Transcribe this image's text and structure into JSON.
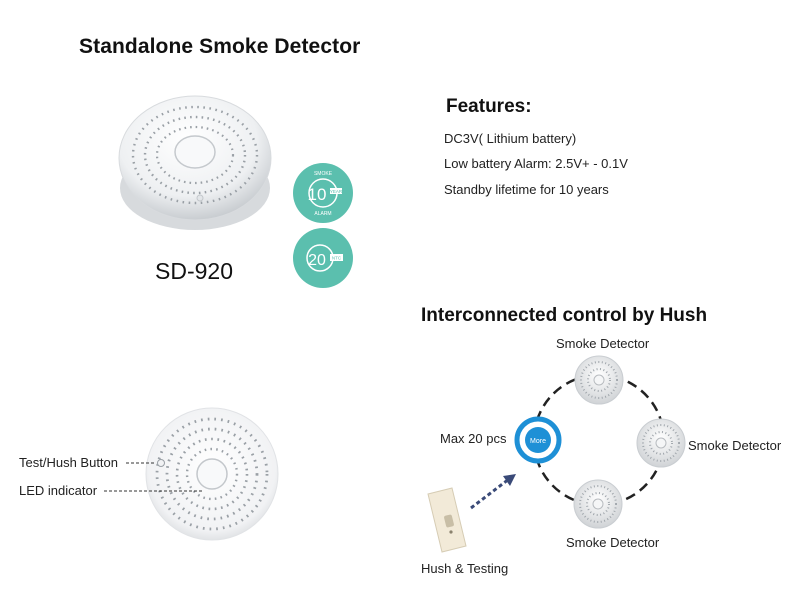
{
  "title": "Standalone Smoke Detector",
  "model": "SD-920",
  "features": {
    "heading": "Features:",
    "items": [
      "DC3V( Lithium battery)",
      "Low battery Alarm: 2.5V+ - 0.1V",
      "Standby lifetime for 10 years"
    ]
  },
  "badges": [
    {
      "number": "10",
      "unit": "YEAR",
      "top_text": "SMOKE",
      "bottom_text": "ALARM",
      "color": "#5bbfae"
    },
    {
      "number": "20",
      "unit": "NTC",
      "color": "#5bbfae"
    }
  ],
  "callouts": {
    "test_hush": "Test/Hush Button",
    "led": "LED indicator"
  },
  "interconnect": {
    "heading": "Interconnected control by Hush",
    "detector_top": "Smoke Detector",
    "detector_right": "Smoke Detector",
    "detector_bottom": "Smoke Detector",
    "max_label": "Max 20 pcs",
    "hub_label": "More",
    "remote_label": "Hush & Testing",
    "hub_color": "#1e90d6"
  }
}
